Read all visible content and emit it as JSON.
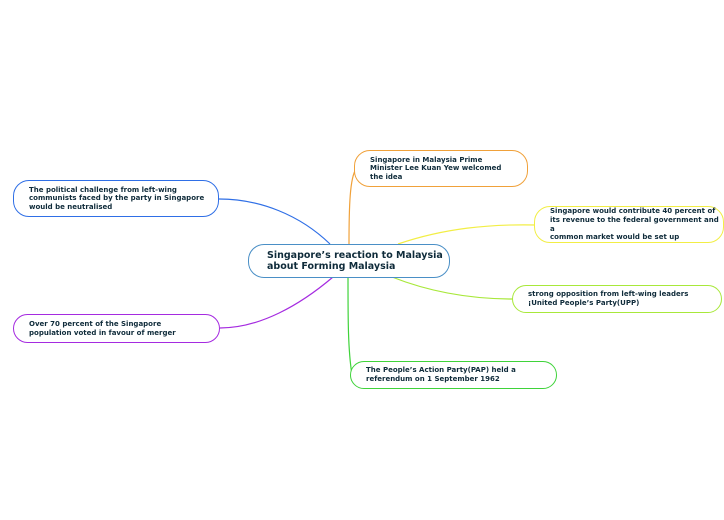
{
  "root": {
    "text": "Singapore’s reaction to Malaysia\nabout Forming Malaysia",
    "border": "#4a8fc6"
  },
  "branches": [
    {
      "id": "lee-kuan-yew",
      "text": "Singapore in Malaysia Prime\nMinister Lee Kuan Yew welcomed\nthe idea",
      "color": "#f0a13a"
    },
    {
      "id": "revenue",
      "text": "Singapore would contribute 40 percent of\nits revenue to the federal government and a\ncommon market would be set up",
      "color": "#f2ee45"
    },
    {
      "id": "opposition",
      "text": "strong opposition from left-wing leaders\n¡United People’s Party(UPP)",
      "color": "#a8e83a"
    },
    {
      "id": "referendum",
      "text": "The People’s Action Party(PAP) held a\nreferendum on 1 September 1962",
      "color": "#3fd33a"
    },
    {
      "id": "communists",
      "text": "The political challenge from left-wing\ncommunists faced by the party in Singapore\nwould be neutralised",
      "color": "#2f6fe6"
    },
    {
      "id": "vote",
      "text": "Over 70 percent of the Singapore\npopulation voted in favour of merger",
      "color": "#a52be0"
    }
  ]
}
